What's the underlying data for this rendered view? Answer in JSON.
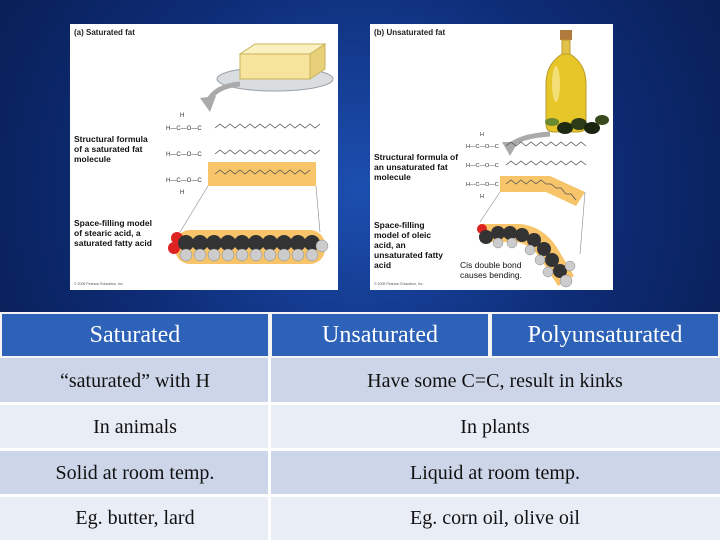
{
  "panel_a": {
    "label": "(a) Saturated fat",
    "formula_caption": "Structural formula of a saturated fat molecule",
    "space_caption": "Space-filling model of stearic acid, a saturated fatty acid",
    "copyright": "© 2005 Pearson Education, Inc."
  },
  "panel_b": {
    "label": "(b) Unsaturated fat",
    "formula_caption": "Structural formula of an unsaturated fat molecule",
    "space_caption": "Space-filling model of oleic acid, an unsaturated fatty acid",
    "cis_caption": "Cis double bond causes bending.",
    "copyright": "© 2005 Pearson Education, Inc."
  },
  "table": {
    "headers": [
      "Saturated",
      "Unsaturated",
      "Polyunsaturated"
    ],
    "rows": [
      [
        "“saturated” with H",
        "Have some C=C, result in kinks"
      ],
      [
        "In animals",
        "In plants"
      ],
      [
        "Solid at room temp.",
        "Liquid at room temp."
      ],
      [
        "Eg. butter, lard",
        "Eg. corn oil, olive oil"
      ]
    ]
  },
  "colors": {
    "background": "#0e2d78",
    "header_fill": "#2d62b8",
    "row_dark": "#cdd6e9",
    "row_light": "#e8edf6",
    "highlight": "#f7c46a"
  }
}
